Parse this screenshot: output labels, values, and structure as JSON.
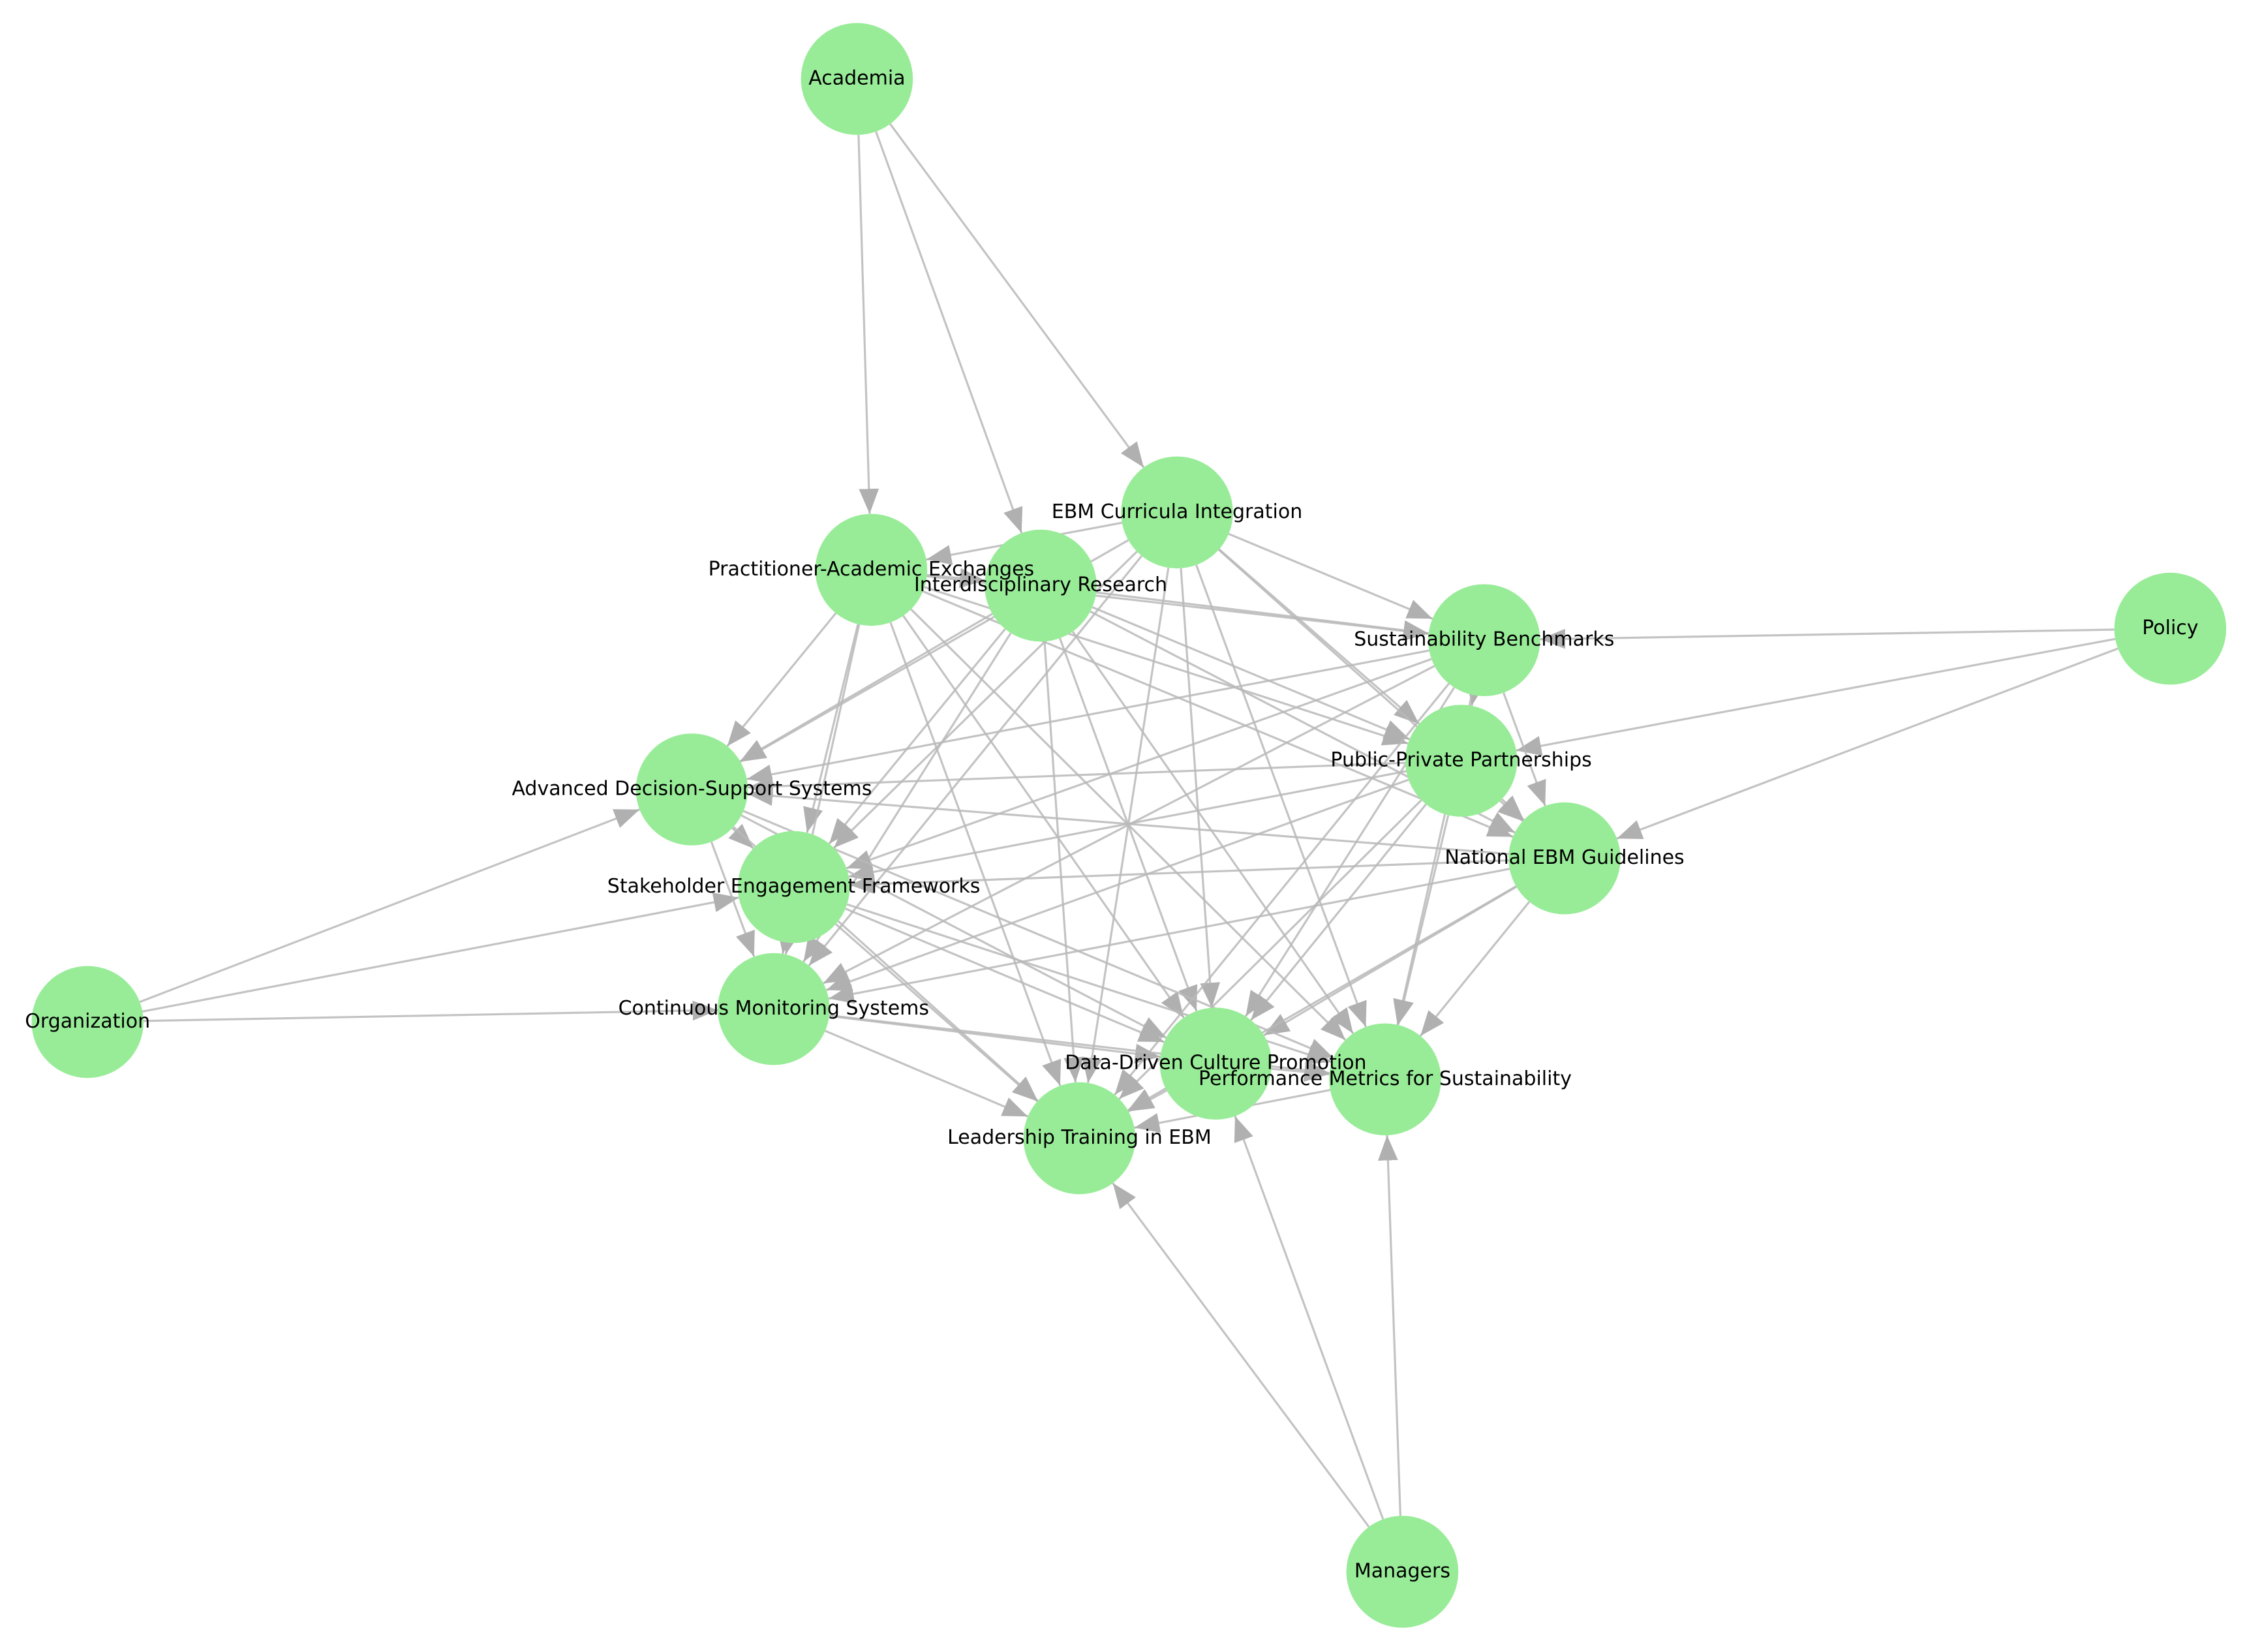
{
  "diagram": {
    "type": "network-graph",
    "node_color": "#98ec98",
    "edge_color": "#b8b8b8",
    "label_color": "#000000",
    "nodes": [
      {
        "id": "academia",
        "label": "Academia"
      },
      {
        "id": "policy",
        "label": "Policy"
      },
      {
        "id": "organization",
        "label": "Organization"
      },
      {
        "id": "managers",
        "label": "Managers"
      },
      {
        "id": "ebm_curricula",
        "label": "EBM Curricula Integration"
      },
      {
        "id": "practitioner",
        "label": "Practitioner-Academic Exchanges"
      },
      {
        "id": "interdisciplinary",
        "label": "Interdisciplinary Research"
      },
      {
        "id": "sustainability_bench",
        "label": "Sustainability Benchmarks"
      },
      {
        "id": "ppp",
        "label": "Public-Private Partnerships"
      },
      {
        "id": "national_ebm",
        "label": "National EBM Guidelines"
      },
      {
        "id": "advanced_dss",
        "label": "Advanced Decision-Support Systems"
      },
      {
        "id": "stakeholder",
        "label": "Stakeholder Engagement Frameworks"
      },
      {
        "id": "continuous",
        "label": "Continuous Monitoring Systems"
      },
      {
        "id": "data_driven",
        "label": "Data-Driven Culture Promotion"
      },
      {
        "id": "performance",
        "label": "Performance Metrics for Sustainability"
      },
      {
        "id": "leadership",
        "label": "Leadership Training in EBM"
      }
    ],
    "edges": [
      [
        "academia",
        "practitioner"
      ],
      [
        "academia",
        "interdisciplinary"
      ],
      [
        "academia",
        "ebm_curricula"
      ],
      [
        "policy",
        "sustainability_bench"
      ],
      [
        "policy",
        "ppp"
      ],
      [
        "policy",
        "national_ebm"
      ],
      [
        "organization",
        "advanced_dss"
      ],
      [
        "organization",
        "stakeholder"
      ],
      [
        "organization",
        "continuous"
      ],
      [
        "managers",
        "leadership"
      ],
      [
        "managers",
        "data_driven"
      ],
      [
        "managers",
        "performance"
      ],
      [
        "ebm_curricula",
        "practitioner"
      ],
      [
        "ebm_curricula",
        "sustainability_bench"
      ],
      [
        "ebm_curricula",
        "ppp"
      ],
      [
        "ebm_curricula",
        "national_ebm"
      ],
      [
        "ebm_curricula",
        "advanced_dss"
      ],
      [
        "ebm_curricula",
        "stakeholder"
      ],
      [
        "ebm_curricula",
        "continuous"
      ],
      [
        "ebm_curricula",
        "data_driven"
      ],
      [
        "ebm_curricula",
        "performance"
      ],
      [
        "ebm_curricula",
        "leadership"
      ],
      [
        "practitioner",
        "interdisciplinary"
      ],
      [
        "practitioner",
        "sustainability_bench"
      ],
      [
        "practitioner",
        "ppp"
      ],
      [
        "practitioner",
        "national_ebm"
      ],
      [
        "practitioner",
        "advanced_dss"
      ],
      [
        "practitioner",
        "stakeholder"
      ],
      [
        "practitioner",
        "continuous"
      ],
      [
        "practitioner",
        "data_driven"
      ],
      [
        "practitioner",
        "performance"
      ],
      [
        "practitioner",
        "leadership"
      ],
      [
        "interdisciplinary",
        "sustainability_bench"
      ],
      [
        "interdisciplinary",
        "ppp"
      ],
      [
        "interdisciplinary",
        "national_ebm"
      ],
      [
        "interdisciplinary",
        "advanced_dss"
      ],
      [
        "interdisciplinary",
        "stakeholder"
      ],
      [
        "interdisciplinary",
        "continuous"
      ],
      [
        "interdisciplinary",
        "data_driven"
      ],
      [
        "interdisciplinary",
        "performance"
      ],
      [
        "interdisciplinary",
        "leadership"
      ],
      [
        "sustainability_bench",
        "ppp"
      ],
      [
        "sustainability_bench",
        "national_ebm"
      ],
      [
        "sustainability_bench",
        "advanced_dss"
      ],
      [
        "sustainability_bench",
        "stakeholder"
      ],
      [
        "sustainability_bench",
        "continuous"
      ],
      [
        "sustainability_bench",
        "data_driven"
      ],
      [
        "sustainability_bench",
        "performance"
      ],
      [
        "sustainability_bench",
        "leadership"
      ],
      [
        "ppp",
        "national_ebm"
      ],
      [
        "ppp",
        "advanced_dss"
      ],
      [
        "ppp",
        "stakeholder"
      ],
      [
        "ppp",
        "continuous"
      ],
      [
        "ppp",
        "data_driven"
      ],
      [
        "ppp",
        "performance"
      ],
      [
        "ppp",
        "leadership"
      ],
      [
        "national_ebm",
        "advanced_dss"
      ],
      [
        "national_ebm",
        "stakeholder"
      ],
      [
        "national_ebm",
        "continuous"
      ],
      [
        "national_ebm",
        "data_driven"
      ],
      [
        "national_ebm",
        "performance"
      ],
      [
        "national_ebm",
        "leadership"
      ],
      [
        "advanced_dss",
        "stakeholder"
      ],
      [
        "advanced_dss",
        "continuous"
      ],
      [
        "advanced_dss",
        "data_driven"
      ],
      [
        "advanced_dss",
        "performance"
      ],
      [
        "advanced_dss",
        "leadership"
      ],
      [
        "stakeholder",
        "continuous"
      ],
      [
        "stakeholder",
        "data_driven"
      ],
      [
        "stakeholder",
        "performance"
      ],
      [
        "stakeholder",
        "leadership"
      ],
      [
        "continuous",
        "data_driven"
      ],
      [
        "continuous",
        "performance"
      ],
      [
        "continuous",
        "leadership"
      ],
      [
        "data_driven",
        "performance"
      ],
      [
        "data_driven",
        "leadership"
      ],
      [
        "performance",
        "leadership"
      ]
    ]
  }
}
